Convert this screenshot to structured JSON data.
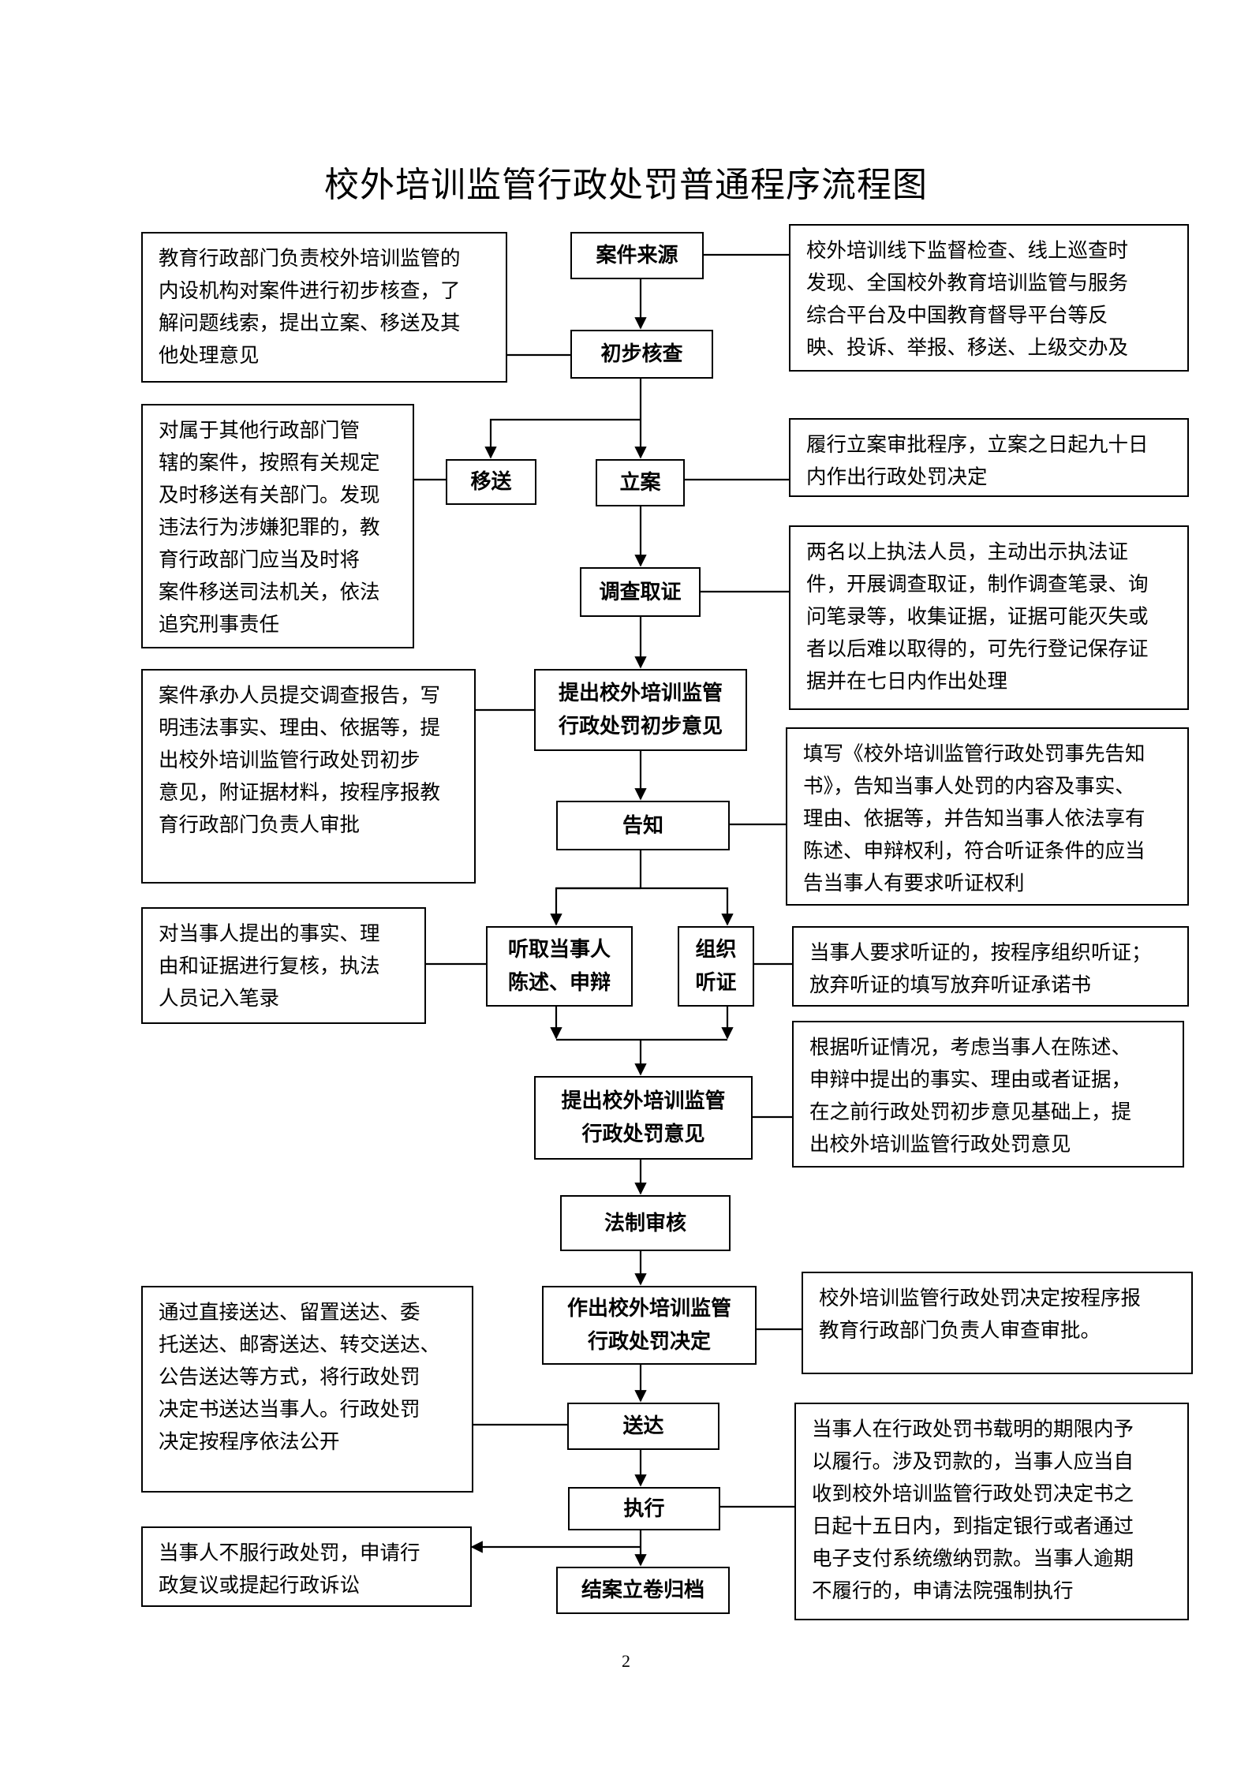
{
  "title": "校外培训监管行政处罚普通程序流程图",
  "page_number": "2",
  "steps": {
    "source": "案件来源",
    "preliminary": "初步核查",
    "transfer": "移送",
    "filing": "立案",
    "investigate_1": "调查取证",
    "initial_opinion_1": "提出校外培训监管",
    "initial_opinion_2": "行政处罚初步意见",
    "notify": "告知",
    "hear_1": "听取当事人",
    "hear_2": "陈述、申辩",
    "hearing_1": "组织",
    "hearing_2": "听证",
    "opinion_1": "提出校外培训监管",
    "opinion_2": "行政处罚意见",
    "legal_review": "法制审核",
    "decision_1": "作出校外培训监管",
    "decision_2": "行政处罚决定",
    "deliver": "送达",
    "execute": "执行",
    "archive": "结案立卷归档"
  },
  "notes": {
    "source_channels": [
      "校外培训线下监督检查、线上巡查时",
      "发现、全国校外教育培训监管与服务",
      "综合平台及中国教育督导平台等反",
      "映、投诉、举报、移送、上级交办及"
    ],
    "preliminary_desc": [
      "教育行政部门负责校外培训监管的",
      "内设机构对案件进行初步核查，了",
      "解问题线索，提出立案、移送及其",
      "他处理意见"
    ],
    "transfer_desc": [
      "对属于其他行政部门管",
      "辖的案件，按照有关规定",
      "及时移送有关部门。发现",
      "违法行为涉嫌犯罪的，教",
      "育行政部门应当及时将",
      "案件移送司法机关，依法",
      "追究刑事责任"
    ],
    "filing_desc": [
      "履行立案审批程序，立案之日起九十日",
      "内作出行政处罚决定"
    ],
    "investigate_desc": [
      "两名以上执法人员，主动出示执法证",
      "件，开展调查取证，制作调查笔录、询",
      "问笔录等，收集证据，证据可能灭失或",
      "者以后难以取得的，可先行登记保存证",
      "据并在七日内作出处理"
    ],
    "initial_opinion_desc": [
      "案件承办人员提交调查报告，写",
      "明违法事实、理由、依据等，提",
      "出校外培训监管行政处罚初步",
      "意见，附证据材料，按程序报教",
      "育行政部门负责人审批"
    ],
    "notify_desc": [
      "填写《校外培训监管行政处罚事先告知",
      "书》，告知当事人处罚的内容及事实、",
      "理由、依据等，并告知当事人依法享有",
      "陈述、申辩权利，符合听证条件的应当",
      "告当事人有要求听证权利"
    ],
    "hear_desc": [
      "对当事人提出的事实、理",
      "由和证据进行复核，执法",
      "人员记入笔录"
    ],
    "hearing_desc": [
      "当事人要求听证的，按程序组织听证；",
      "放弃听证的填写放弃听证承诺书"
    ],
    "opinion_desc": [
      "根据听证情况，考虑当事人在陈述、",
      "申辩中提出的事实、理由或者证据，",
      "在之前行政处罚初步意见基础上，提",
      "出校外培训监管行政处罚意见"
    ],
    "decision_desc": [
      "校外培训监管行政处罚决定按程序报",
      "教育行政部门负责人审查审批。"
    ],
    "deliver_desc": [
      "通过直接送达、留置送达、委",
      "托送达、邮寄送达、转交送达、",
      "公告送达等方式，将行政处罚",
      "决定书送达当事人。行政处罚",
      "决定按程序依法公开"
    ],
    "execute_desc": [
      "当事人在行政处罚书载明的期限内予",
      "以履行。涉及罚款的，当事人应当自",
      "收到校外培训监管行政处罚决定书之",
      "日起十五日内，到指定银行或者通过",
      "电子支付系统缴纳罚款。当事人逾期",
      "不履行的，申请法院强制执行"
    ],
    "appeal_desc": [
      "当事人不服行政处罚，申请行",
      "政复议或提起行政诉讼"
    ]
  }
}
